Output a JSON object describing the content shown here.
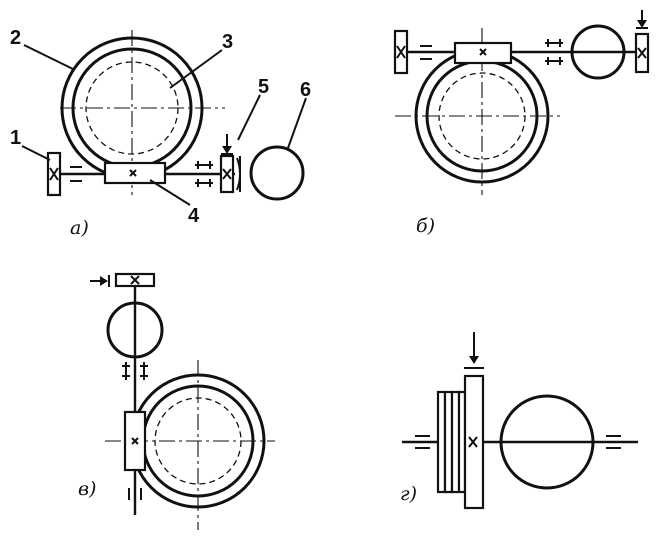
{
  "labels": {
    "sub_a": "a)",
    "sub_b": "б)",
    "sub_v": "в)",
    "sub_g": "г)",
    "n1": "1",
    "n2": "2",
    "n3": "3",
    "n4": "4",
    "n5": "5",
    "n6": "6"
  }
}
